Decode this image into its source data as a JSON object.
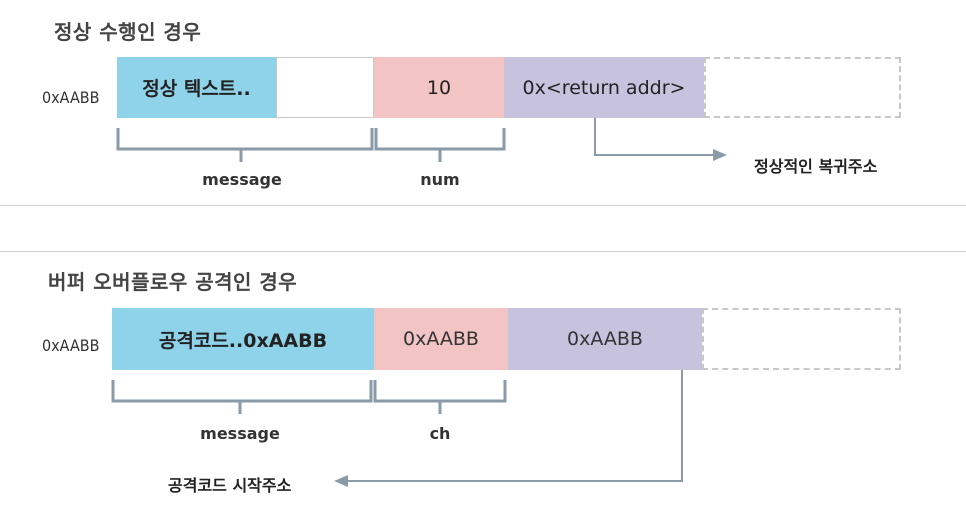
{
  "top": {
    "title": "정상 수행인 경우",
    "address": "0xAABB",
    "cells": {
      "message_text": "정상 텍스트..",
      "message_blank": "",
      "num_value": "10",
      "return_addr": "0x<return addr>",
      "beyond": ""
    },
    "brackets": {
      "message": "message",
      "num": "num"
    },
    "arrow_note": "정상적인 복귀주소"
  },
  "bottom": {
    "title": "버퍼 오버플로우 공격인 경우",
    "address": "0xAABB",
    "cells": {
      "message_text": "공격코드..0xAABB",
      "ch_value": "0xAABB",
      "return_addr": "0xAABB",
      "beyond": ""
    },
    "brackets": {
      "message": "message",
      "ch": "ch"
    },
    "arrow_note": "공격코드  시작주소"
  },
  "colors": {
    "message_fill": "#8fd3ea",
    "variable_fill": "#f2c4c4",
    "return_fill": "#c7c3df",
    "bracket_stroke": "#8a9aa8",
    "arrow_stroke": "#8a9aa8"
  }
}
